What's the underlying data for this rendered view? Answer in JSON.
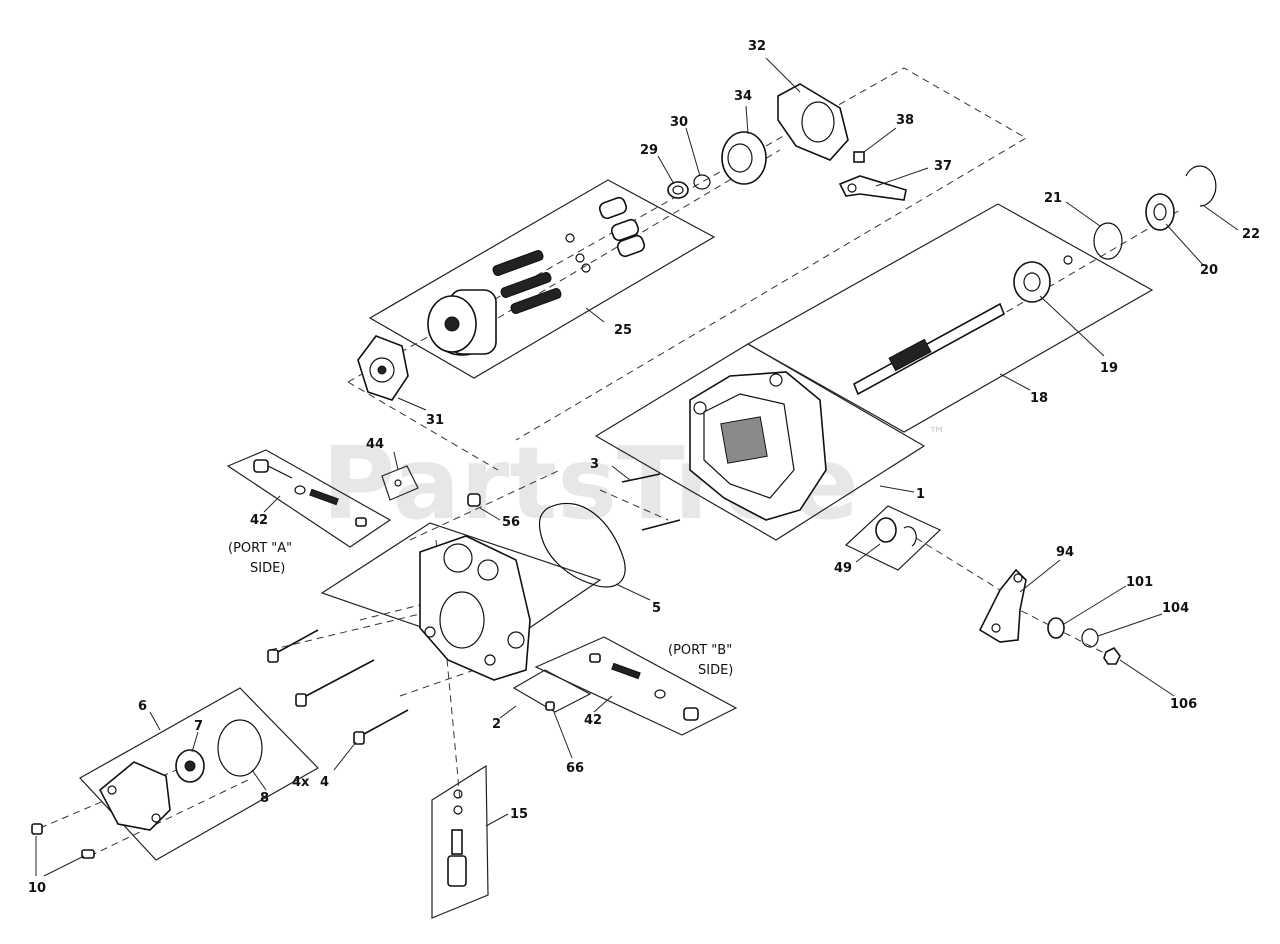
{
  "watermark": {
    "text": "PartsTree",
    "trademark": "™"
  },
  "callouts": {
    "c1": "1",
    "c2": "2",
    "c3": "3",
    "c4": "4",
    "c4x": "4x",
    "c5": "5",
    "c6": "6",
    "c7": "7",
    "c8": "8",
    "c10": "10",
    "c15": "15",
    "c18": "18",
    "c19": "19",
    "c20": "20",
    "c21": "21",
    "c22": "22",
    "c25": "25",
    "c29": "29",
    "c30": "30",
    "c31": "31",
    "c32": "32",
    "c34": "34",
    "c37": "37",
    "c38": "38",
    "c42a": "42",
    "c42b": "42",
    "c44": "44",
    "c49": "49",
    "c56": "56",
    "c66": "66",
    "c94": "94",
    "c101": "101",
    "c104": "104",
    "c106": "106"
  },
  "notes": {
    "port_a_line1": "(PORT \"A\"",
    "port_a_line2": "SIDE)",
    "port_b_line1": "(PORT \"B\"",
    "port_b_line2": "SIDE)"
  }
}
